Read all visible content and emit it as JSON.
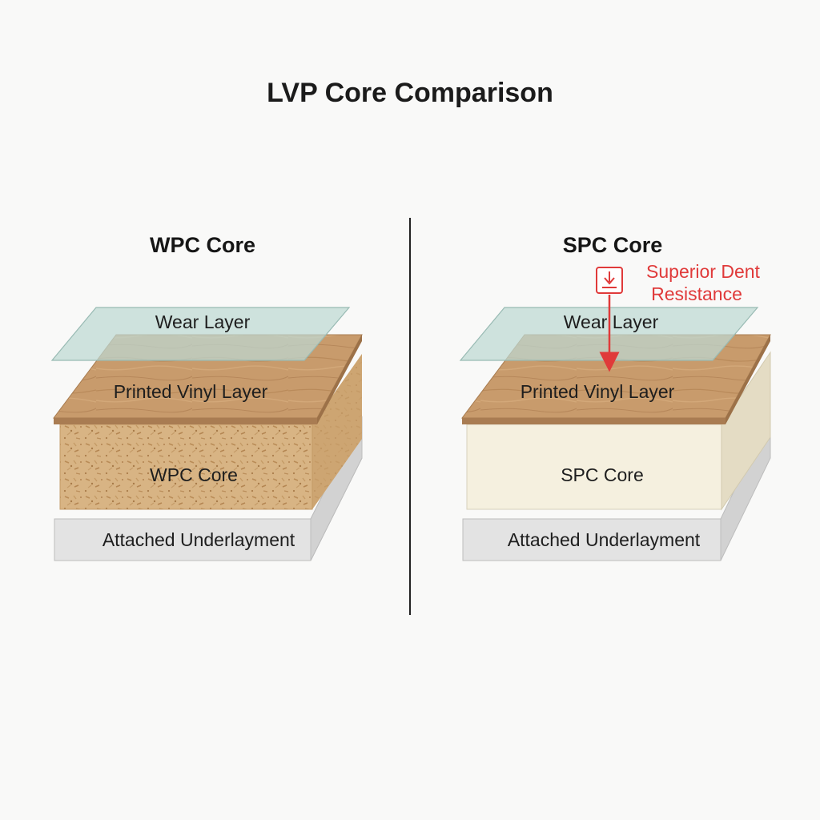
{
  "title": "LVP Core Comparison",
  "colors": {
    "wear": "#bcd8d2",
    "vinyl": "#c89b6c",
    "wpc_core": "#d8b484",
    "spc_core": "#f5f0df",
    "underlayment": "#e3e3e3",
    "accent_red": "#e03a3a",
    "divider": "#222222"
  },
  "columns": [
    {
      "heading": "WPC Core",
      "layers": {
        "wear": "Wear Layer",
        "vinyl": "Printed Vinyl Layer",
        "core": "WPC Core",
        "underlayment": "Attached Underlayment"
      }
    },
    {
      "heading": "SPC Core",
      "layers": {
        "wear": "Wear Layer",
        "vinyl": "Printed Vinyl Layer",
        "core": "SPC Core",
        "underlayment": "Attached Underlayment"
      },
      "callout": {
        "icon": "dent-impact-icon",
        "line1": "Superior Dent",
        "line2": "Resistance"
      }
    }
  ]
}
